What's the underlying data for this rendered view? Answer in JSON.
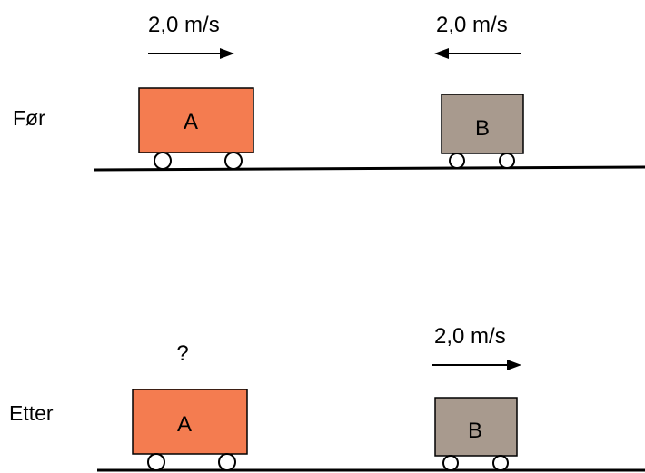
{
  "rows": {
    "before": {
      "label": "Før",
      "cart_a": {
        "label": "A",
        "velocity": "2,0 m/s",
        "direction": "right"
      },
      "cart_b": {
        "label": "B",
        "velocity": "2,0 m/s",
        "direction": "left"
      }
    },
    "after": {
      "label": "Etter",
      "cart_a": {
        "label": "A",
        "velocity": "?"
      },
      "cart_b": {
        "label": "B",
        "velocity": "2,0 m/s",
        "direction": "right"
      }
    }
  },
  "colors": {
    "cart_a_fill": "#f47c50",
    "cart_b_fill": "#a89a8e",
    "outline": "#000000"
  }
}
